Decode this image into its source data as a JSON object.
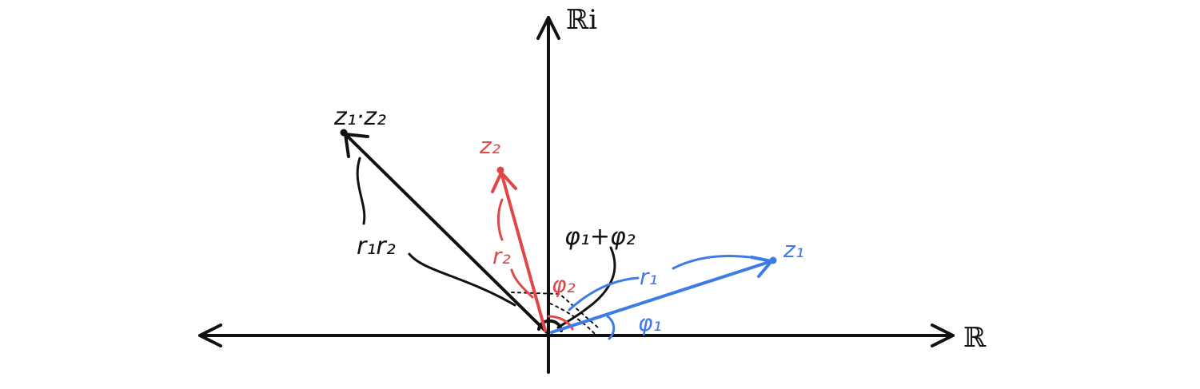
{
  "axes": {
    "real_label": "ℝ",
    "imag_label": "ℝi"
  },
  "vectors": {
    "z1": {
      "label": "z₁",
      "modulus_label": "r₁",
      "angle_label": "φ₁",
      "color": "#3f7be6"
    },
    "z2": {
      "label": "z₂",
      "modulus_label": "r₂",
      "angle_label": "φ₂",
      "color": "#e04848"
    },
    "product": {
      "label": "z₁·z₂",
      "modulus_label": "r₁r₂",
      "angle_label": "φ₁+φ₂",
      "color": "#111111"
    }
  }
}
